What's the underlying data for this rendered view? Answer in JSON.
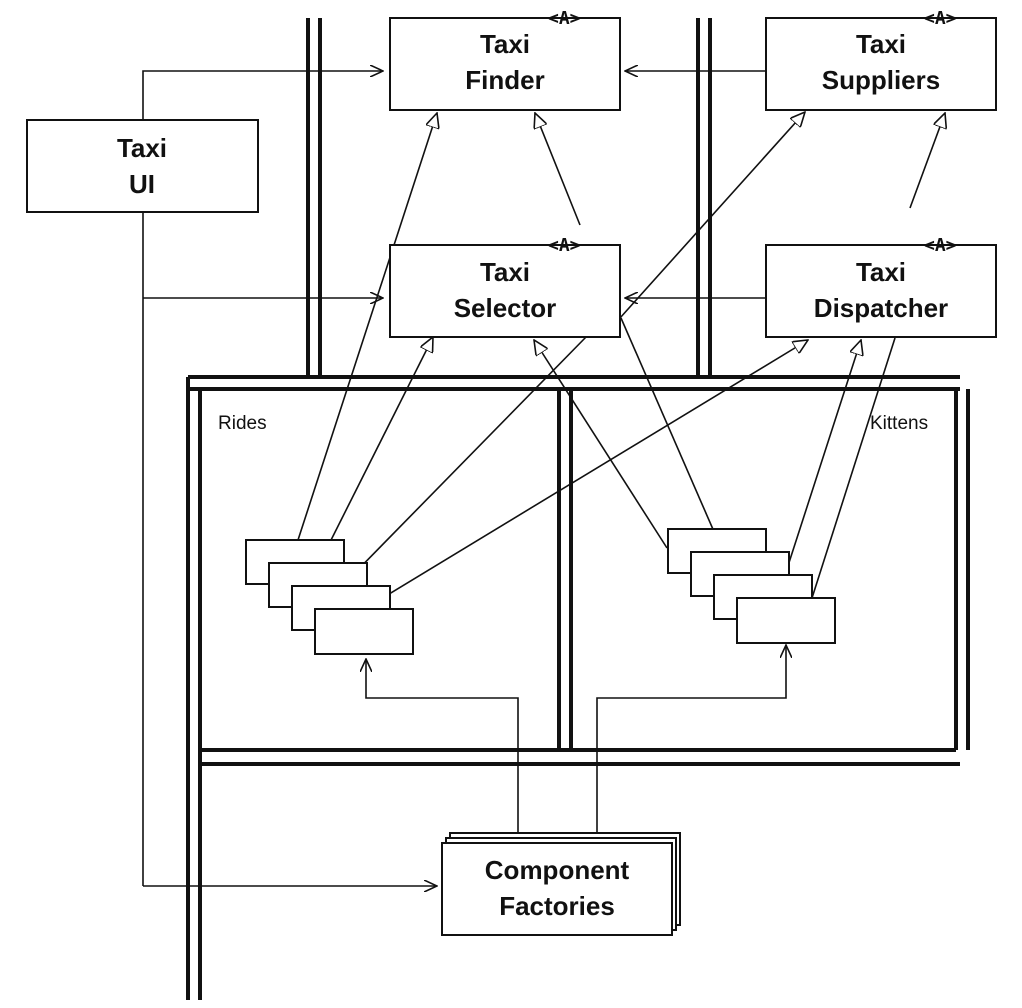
{
  "components": {
    "taxi_finder": {
      "line1": "Taxi",
      "line2": "Finder",
      "tag": "<A>"
    },
    "taxi_suppliers": {
      "line1": "Taxi",
      "line2": "Suppliers",
      "tag": "<A>"
    },
    "taxi_ui": {
      "line1": "Taxi",
      "line2": "UI"
    },
    "taxi_selector": {
      "line1": "Taxi",
      "line2": "Selector",
      "tag": "<A>"
    },
    "taxi_dispatcher": {
      "line1": "Taxi",
      "line2": "Dispatcher",
      "tag": "<A>"
    },
    "component_factories": {
      "line1": "Component",
      "line2": "Factories"
    }
  },
  "areas": {
    "rides": "Rides",
    "kittens": "Kittens"
  }
}
